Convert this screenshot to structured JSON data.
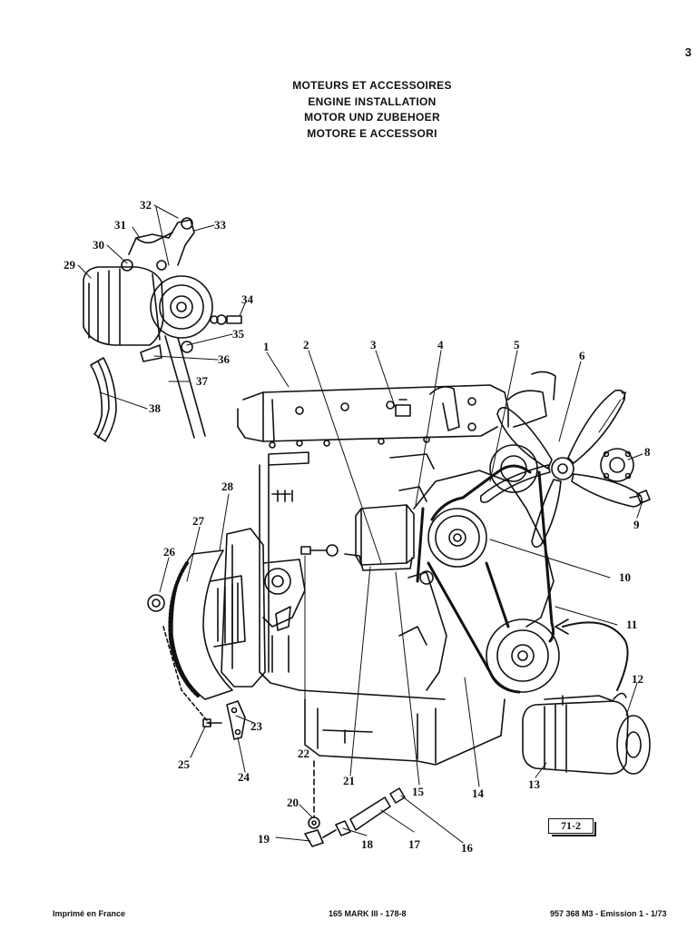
{
  "page_number": "3",
  "title_lines": [
    "MOTEURS ET ACCESSOIRES",
    "ENGINE INSTALLATION",
    "MOTOR UND ZUBEHOER",
    "MOTORE E ACCESSORI"
  ],
  "callouts": [
    "1",
    "2",
    "3",
    "4",
    "5",
    "6",
    "7",
    "8",
    "9",
    "10",
    "11",
    "12",
    "13",
    "14",
    "15",
    "16",
    "17",
    "18",
    "19",
    "20",
    "21",
    "22",
    "23",
    "24",
    "25",
    "26",
    "27",
    "28",
    "29",
    "30",
    "31",
    "32",
    "33",
    "34",
    "35",
    "36",
    "37",
    "38"
  ],
  "figure_ref": "71-2",
  "footer": {
    "left": "Imprimé en France",
    "center": "165 MARK III - 178-8",
    "right": "957 368 M3 - Emission 1 - 1/73"
  },
  "colors": {
    "ink": "#111111",
    "paper": "#ffffff"
  }
}
